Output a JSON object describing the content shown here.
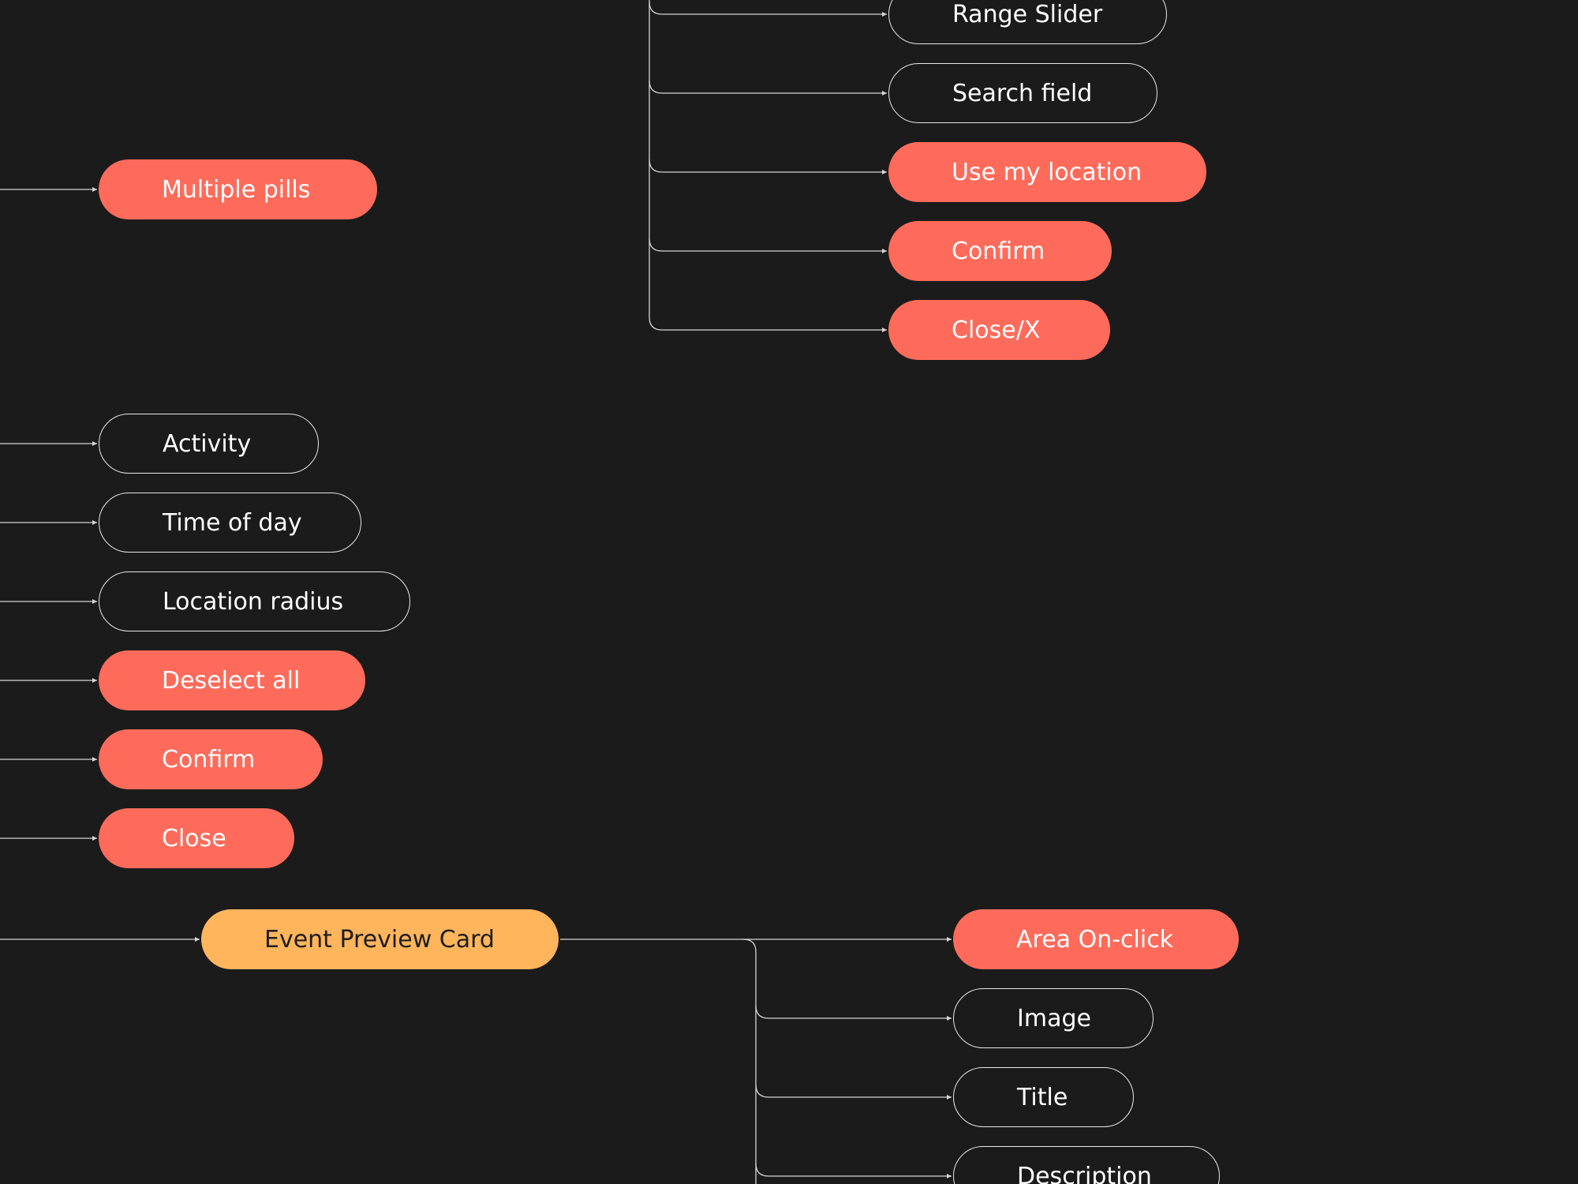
{
  "colors": {
    "background": "#1b1b1b",
    "connector": "#d6d6d6",
    "action_node": "#ff6b5b",
    "outline_node": "#e8e8e8",
    "parent_node": "#ffb55c"
  },
  "map": {
    "top_right_group": [
      {
        "label": "Range Slider",
        "style": "outline"
      },
      {
        "label": "Search field",
        "style": "outline"
      },
      {
        "label": "Use my location",
        "style": "action"
      },
      {
        "label": "Confirm",
        "style": "action"
      },
      {
        "label": "Close/X",
        "style": "action"
      }
    ],
    "multiple_pills": {
      "label": "Multiple pills",
      "style": "action"
    },
    "left_group": [
      {
        "label": "Activity",
        "style": "outline"
      },
      {
        "label": "Time of day",
        "style": "outline"
      },
      {
        "label": "Location radius",
        "style": "outline"
      },
      {
        "label": "Deselect all",
        "style": "action"
      },
      {
        "label": "Confirm",
        "style": "action"
      },
      {
        "label": "Close",
        "style": "action"
      }
    ],
    "event_preview": {
      "label": "Event Preview Card",
      "style": "parent"
    },
    "event_children": [
      {
        "label": "Area On-click",
        "style": "action"
      },
      {
        "label": "Image",
        "style": "outline"
      },
      {
        "label": "Title",
        "style": "outline"
      },
      {
        "label": "Description",
        "style": "outline"
      }
    ]
  }
}
